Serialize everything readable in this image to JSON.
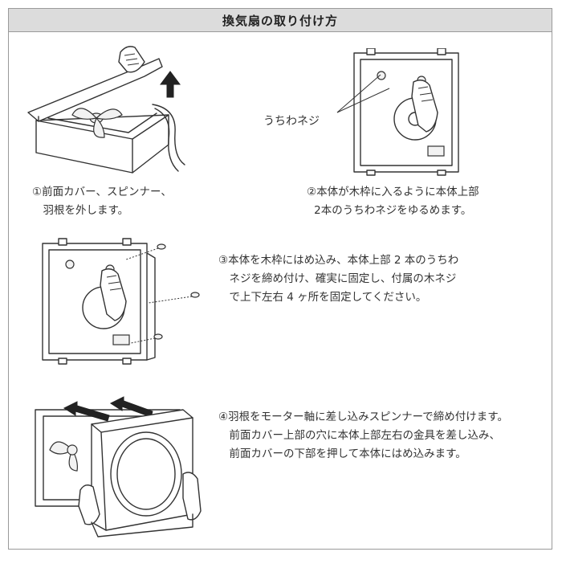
{
  "title": "換気扇の取り付け方",
  "steps": [
    {
      "lines": [
        "①前面カバー、スピンナー、",
        "　羽根を外します。"
      ]
    },
    {
      "lines": [
        "②本体が木枠に入るように本体上部",
        "2本のうちわネジをゆるめます。"
      ]
    },
    {
      "lines": [
        "③本体を木枠にはめ込み、本体上部 2 本のうちわ",
        "　ネジを締め付け、確実に固定し、付属の木ネジ",
        "　で上下左右 4 ヶ所を固定してください。"
      ]
    },
    {
      "lines": [
        "④羽根をモーター軸に差し込みスピンナーで締め付けます。",
        "　前面カバー上部の穴に本体上部左右の金具を差し込み、",
        "　前面カバーの下部を押して本体にはめ込みます。"
      ]
    }
  ],
  "callout": "うちわネジ",
  "icons": [
    "arrow-up-icon",
    "screw-icon",
    "push-arrow-icon"
  ]
}
